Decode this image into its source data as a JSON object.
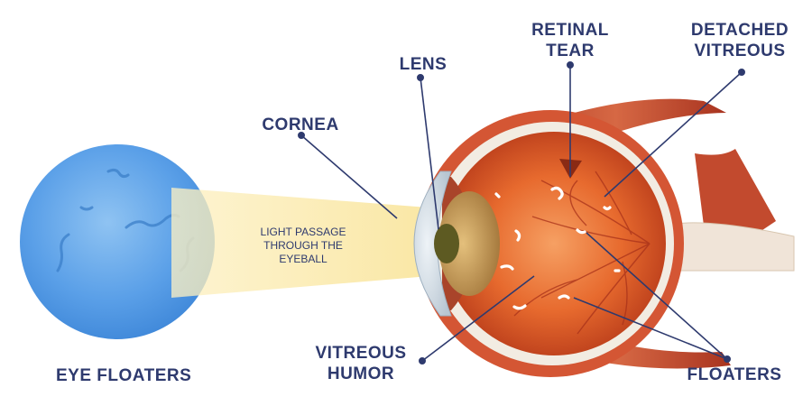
{
  "labels": {
    "eye_floaters": "EYE FLOATERS",
    "light_passage": [
      "LIGHT PASSAGE",
      "THROUGH THE",
      "EYEBALL"
    ],
    "cornea": "CORNEA",
    "lens": "LENS",
    "retinal_tear": [
      "RETINAL",
      "TEAR"
    ],
    "detached_vitreous": [
      "DETACHED",
      "VITREOUS"
    ],
    "vitreous_humor": [
      "VITREOUS",
      "HUMOR"
    ],
    "floaters": "FLOATERS"
  },
  "colors": {
    "label_text": "#2e3a6e",
    "leader_line": "#2e3a6e",
    "floater_view": "#5ba0e8",
    "light_beam": "#fbeaa6",
    "eye_interior": "#e0602a",
    "muscle": "#c44a2c",
    "sclera": "#f2ece2",
    "lens": "#c89a55",
    "pupil": "#5d5a22",
    "floater_blob": "#ffffff"
  }
}
